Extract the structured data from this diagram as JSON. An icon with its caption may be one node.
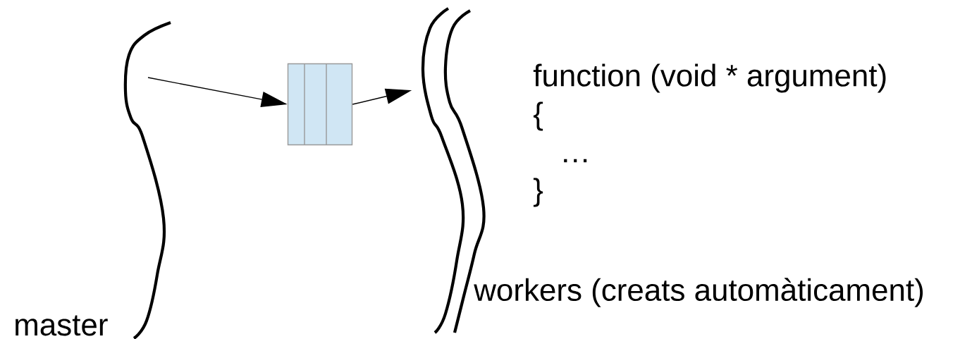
{
  "diagram": {
    "nodes": [
      {
        "text": [],
        "shape": "curve",
        "beside": [
          "master"
        ]
      },
      {
        "text": [],
        "shape": "box"
      },
      {
        "text": [],
        "shape": "curve",
        "beside": [
          "workers (creats automàticament)"
        ]
      }
    ],
    "edges": [
      {
        "from": 0,
        "to": 1,
        "arrow": "to"
      },
      {
        "from": 1,
        "to": 2,
        "arrow": "to"
      }
    ],
    "labels": [
      "function (void * argument)",
      "{",
      "…",
      "}"
    ]
  }
}
